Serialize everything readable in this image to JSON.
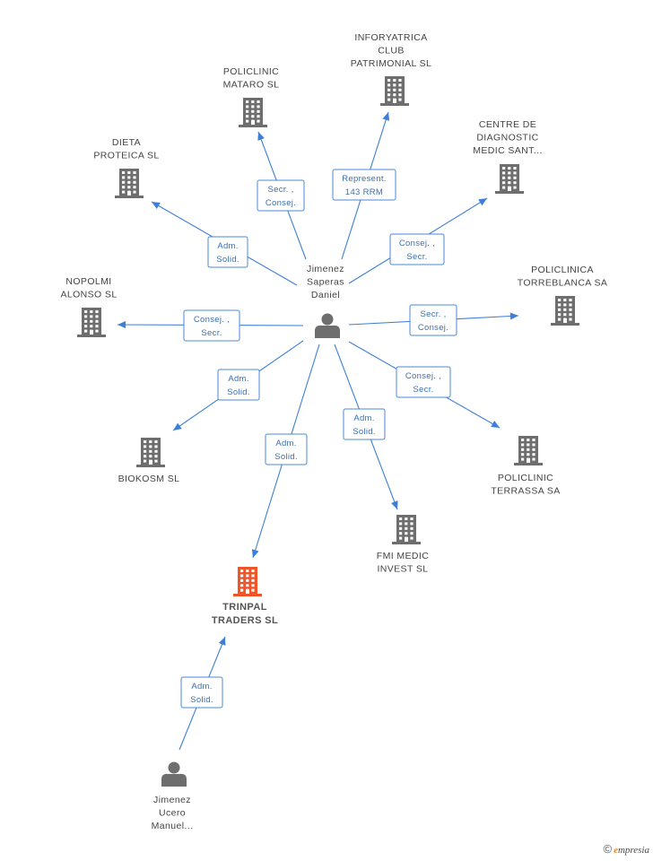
{
  "nodes": [
    {
      "id": "jimenez-saperas",
      "kind": "person",
      "lines": [
        "Jimenez",
        "Saperas",
        "Daniel"
      ]
    },
    {
      "id": "jimenez-ucero",
      "kind": "person",
      "lines": [
        "Jimenez",
        "Ucero",
        "Manuel..."
      ]
    },
    {
      "id": "trinpal",
      "kind": "company-main",
      "lines": [
        "TRINPAL",
        "TRADERS SL"
      ]
    },
    {
      "id": "inforyatrica",
      "kind": "company",
      "lines": [
        "INFORYATRICA",
        "CLUB",
        "PATRIMONIAL SL"
      ]
    },
    {
      "id": "policlinic-mataro",
      "kind": "company",
      "lines": [
        "POLICLINIC",
        "MATARO SL"
      ]
    },
    {
      "id": "dieta-proteica",
      "kind": "company",
      "lines": [
        "DIETA",
        "PROTEICA SL"
      ]
    },
    {
      "id": "centre-diagnostic",
      "kind": "company",
      "lines": [
        "CENTRE DE",
        "DIAGNOSTIC",
        "MEDIC SANT..."
      ]
    },
    {
      "id": "nopolmi",
      "kind": "company",
      "lines": [
        "NOPOLMI",
        "ALONSO SL"
      ]
    },
    {
      "id": "policlinica-torreblanca",
      "kind": "company",
      "lines": [
        "POLICLINICA",
        "TORREBLANCA SA"
      ]
    },
    {
      "id": "biokosm",
      "kind": "company",
      "lines": [
        "BIOKOSM SL"
      ]
    },
    {
      "id": "policlinic-terrassa",
      "kind": "company",
      "lines": [
        "POLICLINIC",
        "TERRASSA SA"
      ]
    },
    {
      "id": "fmi-medic",
      "kind": "company",
      "lines": [
        "FMI MEDIC",
        "INVEST SL"
      ]
    }
  ],
  "edges": [
    {
      "from": "jimenez-saperas",
      "to": "inforyatrica",
      "lines": [
        "Represent.",
        "143 RRM"
      ]
    },
    {
      "from": "jimenez-saperas",
      "to": "policlinic-mataro",
      "lines": [
        "Secr. ,",
        "Consej."
      ]
    },
    {
      "from": "jimenez-saperas",
      "to": "dieta-proteica",
      "lines": [
        "Adm.",
        "Solid."
      ]
    },
    {
      "from": "jimenez-saperas",
      "to": "centre-diagnostic",
      "lines": [
        "Consej. ,",
        "Secr."
      ]
    },
    {
      "from": "jimenez-saperas",
      "to": "nopolmi",
      "lines": [
        "Consej. ,",
        "Secr."
      ]
    },
    {
      "from": "jimenez-saperas",
      "to": "policlinica-torreblanca",
      "lines": [
        "Secr. ,",
        "Consej."
      ]
    },
    {
      "from": "jimenez-saperas",
      "to": "biokosm",
      "lines": [
        "Adm.",
        "Solid."
      ]
    },
    {
      "from": "jimenez-saperas",
      "to": "policlinic-terrassa",
      "lines": [
        "Consej. ,",
        "Secr."
      ]
    },
    {
      "from": "jimenez-saperas",
      "to": "fmi-medic",
      "lines": [
        "Adm.",
        "Solid."
      ]
    },
    {
      "from": "jimenez-saperas",
      "to": "trinpal",
      "lines": [
        "Adm.",
        "Solid."
      ]
    },
    {
      "from": "jimenez-ucero",
      "to": "trinpal",
      "lines": [
        "Adm.",
        "Solid."
      ]
    }
  ],
  "colors": {
    "edge": "#3d7fd6",
    "building": "#6e6e6e",
    "highlight": "#f0552a",
    "person": "#6e6e6e"
  },
  "watermark": {
    "copyright": "©",
    "brand_initial": "e",
    "brand_rest": "mpresia"
  }
}
